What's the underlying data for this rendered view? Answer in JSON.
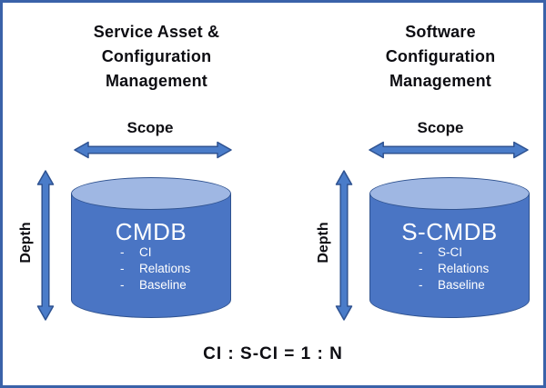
{
  "diagram": {
    "bullet_char": "-",
    "left": {
      "title_line1": "Service Asset &",
      "title_line2": "Configuration",
      "title_line3": "Management",
      "scope_label": "Scope",
      "depth_label": "Depth",
      "cylinder": {
        "name": "CMDB",
        "items": [
          "CI",
          "Relations",
          "Baseline"
        ]
      }
    },
    "right": {
      "title_line1": "Software",
      "title_line2": "Configuration",
      "title_line3": "Management",
      "scope_label": "Scope",
      "depth_label": "Depth",
      "cylinder": {
        "name": "S-CMDB",
        "items": [
          "S-CI",
          "Relations",
          "Baseline"
        ]
      }
    },
    "formula": "CI : S-CI = 1 : N"
  },
  "colors": {
    "background": "#ffffff",
    "frame_border": "#3a62a9",
    "arrow_fill": "#4a7cc9",
    "arrow_stroke": "#2e5291",
    "cylinder_body": "#4a75c4",
    "cylinder_top": "#9fb7e3",
    "cylinder_stroke": "#2f528f",
    "cylinder_text": "#ffffff",
    "title_text": "#0d0d12"
  }
}
